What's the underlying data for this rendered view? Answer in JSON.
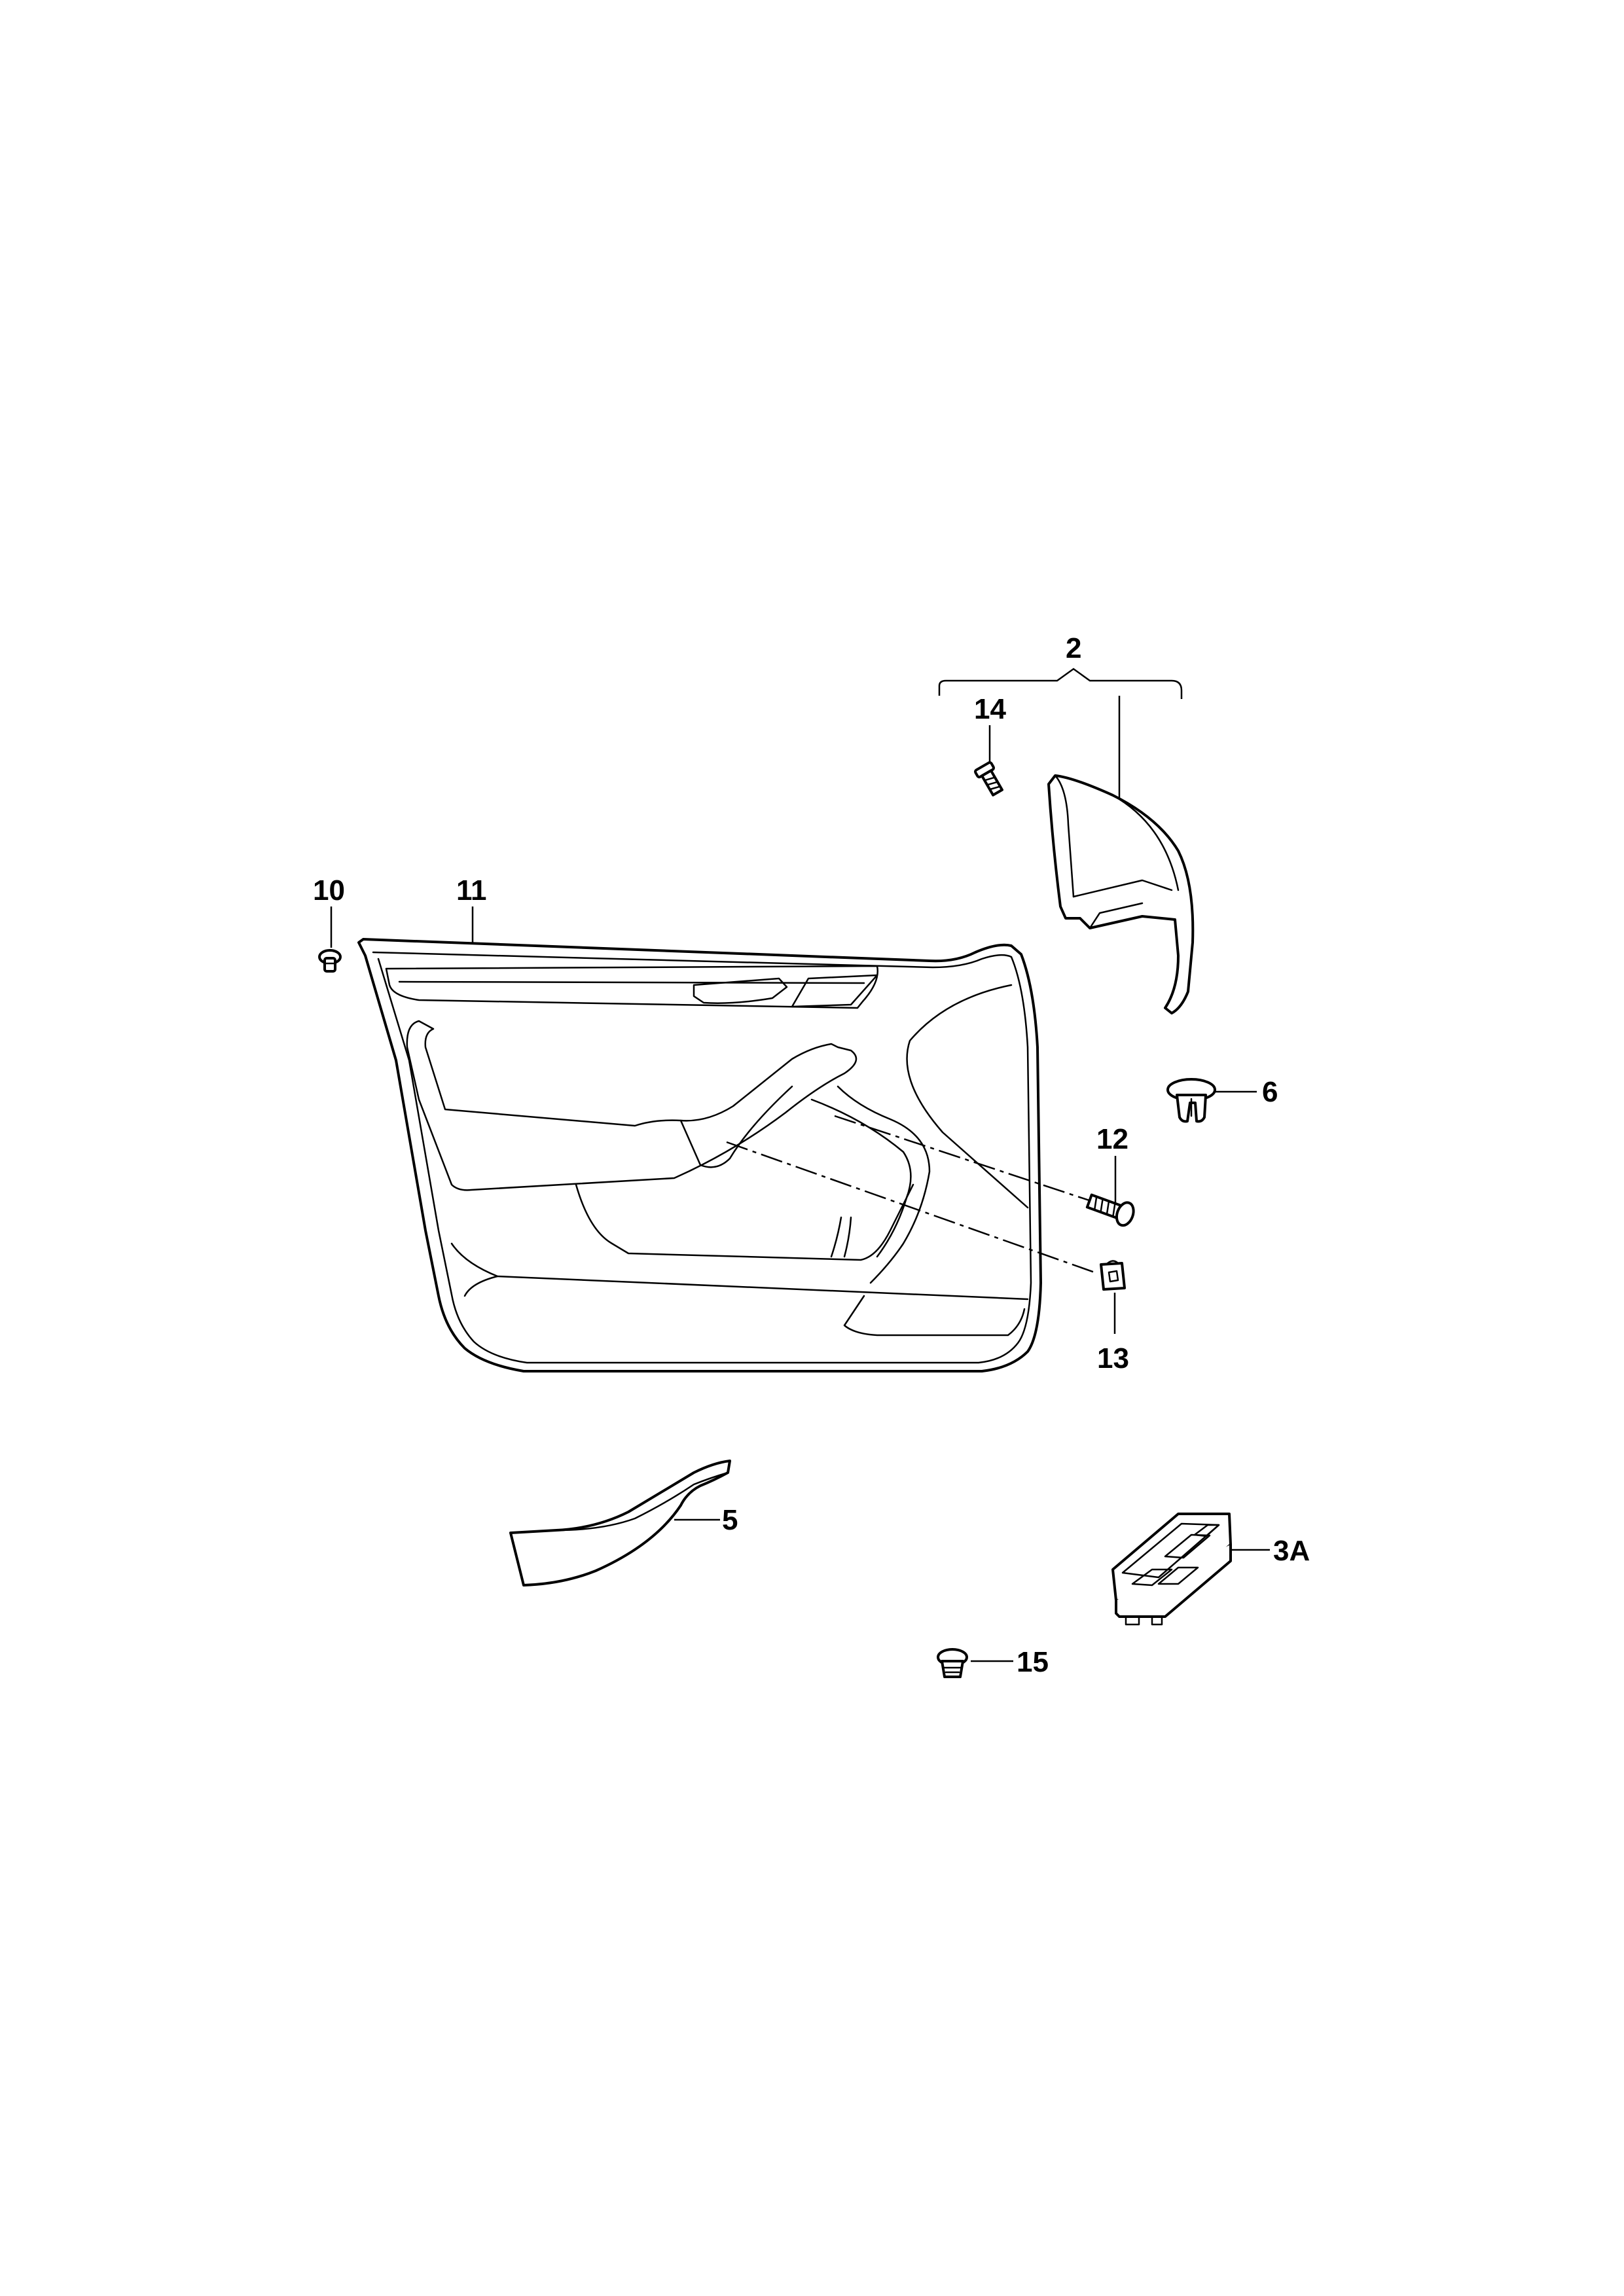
{
  "callouts": {
    "c2": "2",
    "c14": "14",
    "c10": "10",
    "c11": "11",
    "c6": "6",
    "c12": "12",
    "c13": "13",
    "c5": "5",
    "c3a": "3A",
    "c15": "15"
  },
  "parts": [
    {
      "callout": "2",
      "icon": "trim-panel-icon"
    },
    {
      "callout": "14",
      "icon": "screw-icon"
    },
    {
      "callout": "10",
      "icon": "clip-icon"
    },
    {
      "callout": "11",
      "icon": "door-panel-icon"
    },
    {
      "callout": "6",
      "icon": "push-pin-icon"
    },
    {
      "callout": "12",
      "icon": "screw-icon"
    },
    {
      "callout": "13",
      "icon": "clip-nut-icon"
    },
    {
      "callout": "5",
      "icon": "armrest-trim-icon"
    },
    {
      "callout": "3A",
      "icon": "window-switch-icon"
    },
    {
      "callout": "15",
      "icon": "clip-icon"
    }
  ]
}
